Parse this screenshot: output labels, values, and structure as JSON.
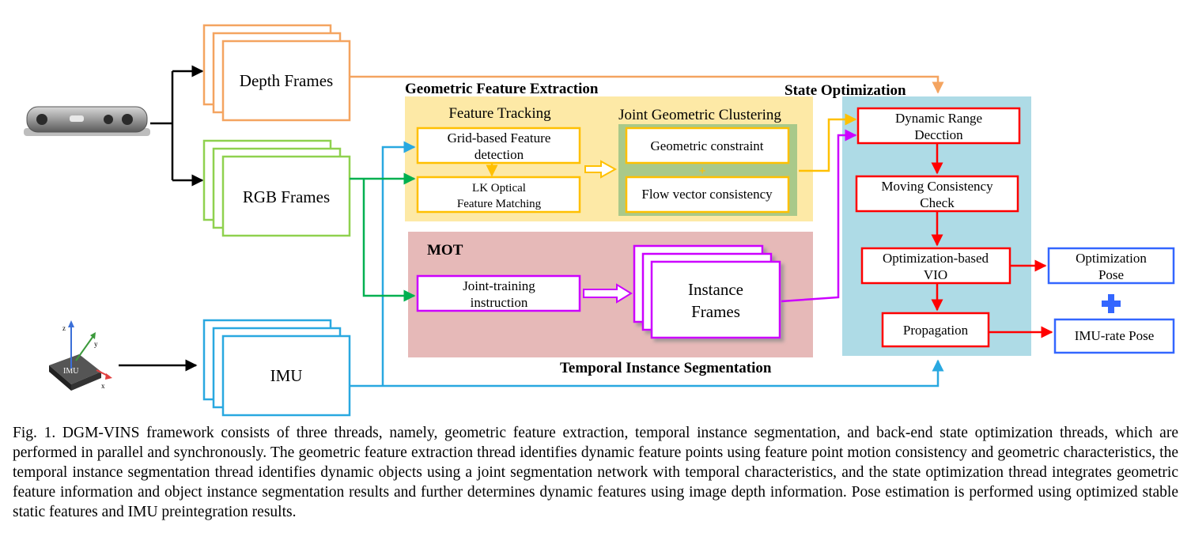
{
  "inputs": {
    "depth": "Depth Frames",
    "rgb": "RGB Frames",
    "imu": "IMU",
    "imu_chip_label": "IMU",
    "axis_x": "x",
    "axis_y": "y",
    "axis_z": "z"
  },
  "geometric": {
    "title": "Geometric Feature Extraction",
    "feature_tracking": {
      "title": "Feature Tracking",
      "box1": [
        "Grid-based Feature",
        "detection"
      ],
      "box2": [
        "LK Optical",
        "Feature Matching"
      ]
    },
    "clustering": {
      "title": "Joint Geometric Clustering",
      "box1": "Geometric constraint",
      "box2": "Flow vector consistency"
    }
  },
  "mot": {
    "title": "MOT",
    "box1": [
      "Joint-training",
      "instruction"
    ],
    "instance": [
      "Instance",
      "Frames"
    ],
    "section_label": "Temporal Instance Segmentation"
  },
  "state": {
    "title": "State Optimization",
    "dynamic": [
      "Dynamic Range",
      "Decction"
    ],
    "moving": [
      "Moving Consistency",
      "Check"
    ],
    "vio": [
      "Optimization-based",
      "VIO"
    ],
    "propagation": "Propagation"
  },
  "outputs": {
    "opt_pose": [
      "Optimization",
      "Pose"
    ],
    "imu_pose": "IMU-rate Pose"
  },
  "colors": {
    "orange": "#f4a460",
    "green": "#8fd14f",
    "blue": "#29a8e0",
    "yellow_bg": "#fde9a6",
    "yellow_border": "#ffc000",
    "green_panel": "#a9c98a",
    "mot_bg": "#e6b9b8",
    "purple": "#cc00ff",
    "state_bg": "#aedbe6",
    "red": "#ff0000",
    "output_blue": "#3366ff",
    "arrow_green": "#00b050"
  },
  "caption": "Fig. 1.   DGM-VINS framework consists of three threads, namely, geometric feature extraction, temporal instance segmentation, and back-end state optimization threads, which are performed in parallel and synchronously. The geometric feature extraction thread identifies dynamic feature points using feature point motion consistency and geometric characteristics, the temporal instance segmentation thread identifies dynamic objects using a joint segmentation network with temporal characteristics, and the state optimization thread integrates geometric feature information and object instance segmentation results and further determines dynamic features using image depth information. Pose estimation is performed using optimized stable static features and IMU preintegration results."
}
